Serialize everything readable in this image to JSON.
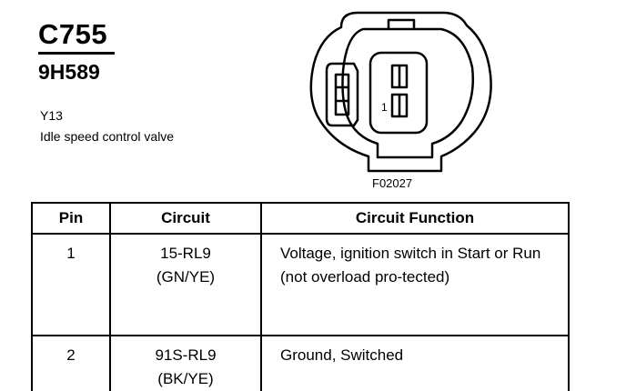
{
  "header": {
    "connector_id": "C755",
    "part_number": "9H589",
    "location_code": "Y13",
    "description": "Idle speed control valve"
  },
  "figure": {
    "code": "F02027",
    "pin_mark": "1"
  },
  "table": {
    "columns": [
      "Pin",
      "Circuit",
      "Circuit Function"
    ],
    "rows": [
      {
        "pin": "1",
        "circuit": "15-RL9",
        "color": "(GN/YE)",
        "function": "Voltage, ignition switch in Start or Run (not overload pro-tected)"
      },
      {
        "pin": "2",
        "circuit": "91S-RL9",
        "color": "(BK/YE)",
        "function": "Ground, Switched"
      }
    ]
  }
}
